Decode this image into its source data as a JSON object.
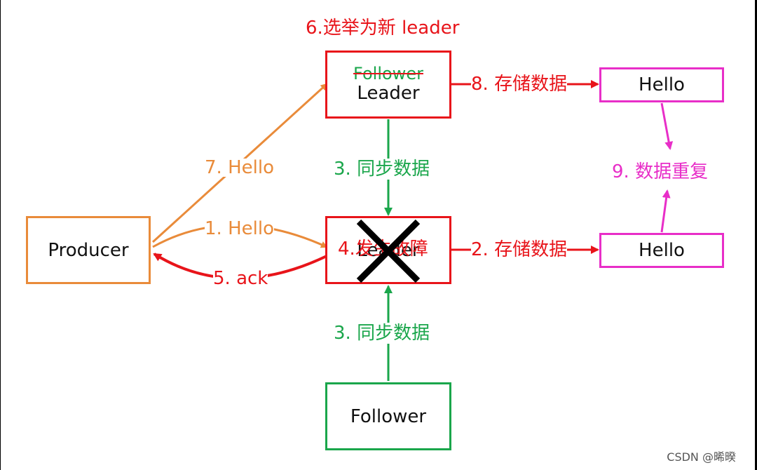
{
  "nodes": {
    "producer": "Producer",
    "top_old_role": "Follower",
    "top_new_role": "Leader",
    "middle_role": "Leader",
    "bottom_role": "Follower",
    "store_top": "Hello",
    "store_bottom": "Hello"
  },
  "labels": {
    "elect": "6.选举为新 leader",
    "send1": "1. Hello",
    "ack": "5. ack",
    "send7": "7. Hello",
    "sync_top": "3. 同步数据",
    "sync_bottom": "3. 同步数据",
    "failure": "4.发生故障",
    "store2": "2. 存储数据",
    "store8": "8. 存储数据",
    "duplicate": "9. 数据重复"
  },
  "colors": {
    "red": "#e8141a",
    "orange": "#e98b3a",
    "green": "#1aa64b",
    "magenta": "#e82ec8",
    "black": "#000000"
  },
  "footer": {
    "watermark": "CSDN @晞暌"
  }
}
